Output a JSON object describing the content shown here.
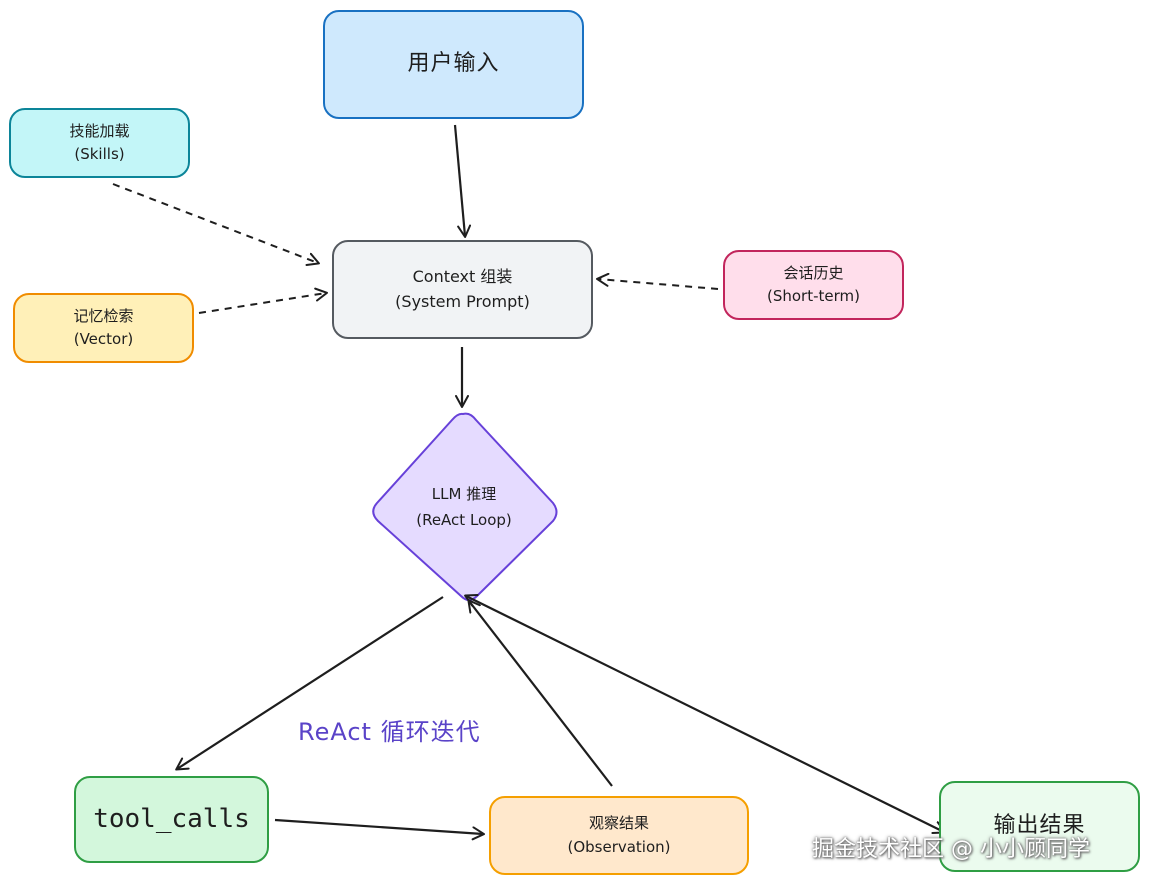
{
  "nodes": {
    "user_input": {
      "label": "用户输入"
    },
    "context": {
      "line1": "Context 组装",
      "line2": "(System Prompt)"
    },
    "skills": {
      "line1": "技能加载",
      "line2": "(Skills)"
    },
    "memory": {
      "line1": "记忆检索",
      "line2": "(Vector)"
    },
    "history": {
      "line1": "会话历史",
      "line2": "(Short-term)"
    },
    "llm": {
      "line1": "LLM 推理",
      "line2": "(ReAct Loop)"
    },
    "tool_calls": {
      "label": "tool_calls"
    },
    "observation": {
      "line1": "观察结果",
      "line2": "(Observation)"
    },
    "output": {
      "label": "输出结果"
    }
  },
  "loop_label": "ReAct 循环迭代",
  "watermark": "掘金技术社区 @ 小小顾同学",
  "colors": {
    "user_input": "#1971c2",
    "context": "#555a60",
    "skills": "#0c8599",
    "memory": "#f08c00",
    "history": "#c2255c",
    "llm": "#6741d9",
    "tool_calls": "#2f9e44",
    "observation": "#f59f00",
    "output": "#2f9e44",
    "loop_label": "#5a43c8"
  }
}
